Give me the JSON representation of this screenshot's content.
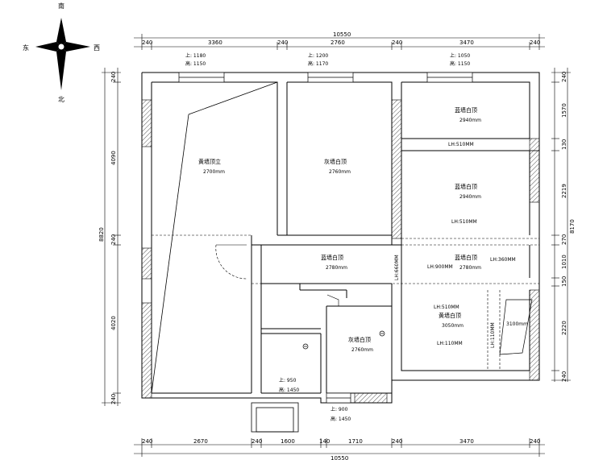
{
  "compass": {
    "north": "北",
    "south": "南",
    "east": "东",
    "west": "西"
  },
  "top_dims": {
    "total": "10550",
    "segments": [
      "240",
      "3360",
      "240",
      "2760",
      "240",
      "3470",
      "240"
    ]
  },
  "bottom_dims": {
    "total": "10550",
    "segments": [
      "240",
      "2670",
      "240",
      "1600",
      "140",
      "1710",
      "240",
      "3470",
      "240"
    ]
  },
  "left_dims": {
    "total": "8820",
    "segments": [
      "240",
      "4090",
      "240",
      "4020",
      "240"
    ]
  },
  "right_dims": {
    "total": "8170",
    "segments": [
      "240",
      "1570",
      "130",
      "2219",
      "270",
      "1010",
      "150",
      "2220",
      "240"
    ]
  },
  "windows": {
    "w1": {
      "top": "上: 1180",
      "bottom": "高: 1150"
    },
    "w2": {
      "top": "上: 1200",
      "bottom": "高: 1170"
    },
    "w3": {
      "top": "上: 1050",
      "bottom": "高: 1150"
    },
    "w4": {
      "top": "上: 950",
      "bottom": "高: 1450"
    },
    "w5": {
      "top": "上: 900",
      "bottom": "高: 1450"
    }
  },
  "rooms": [
    {
      "name": "黄墙顶立",
      "height": "2700mm"
    },
    {
      "name": "灰墙白顶",
      "height": "2760mm"
    },
    {
      "name": "蓝墙白顶",
      "height": "2940mm"
    },
    {
      "name": "蓝墙白顶",
      "height": "2940mm"
    },
    {
      "name": "蓝墙白顶",
      "height": "2780mm"
    },
    {
      "name": "蓝墙白顶",
      "height": "2780mm"
    },
    {
      "name": "黄墙白顶",
      "height": "3050mm"
    },
    {
      "name": "灰墙白顶",
      "height": "2760mm"
    }
  ],
  "beams": {
    "b1": "LH:510MM",
    "b2": "LH:510MM",
    "b3": "LH:360MM",
    "b4": "LH:900MM",
    "b5": "LH:510MM",
    "b6": "LH:110MM",
    "b7": "LH:110MM",
    "b8": "LH:660MM",
    "b9": "3100mm"
  }
}
